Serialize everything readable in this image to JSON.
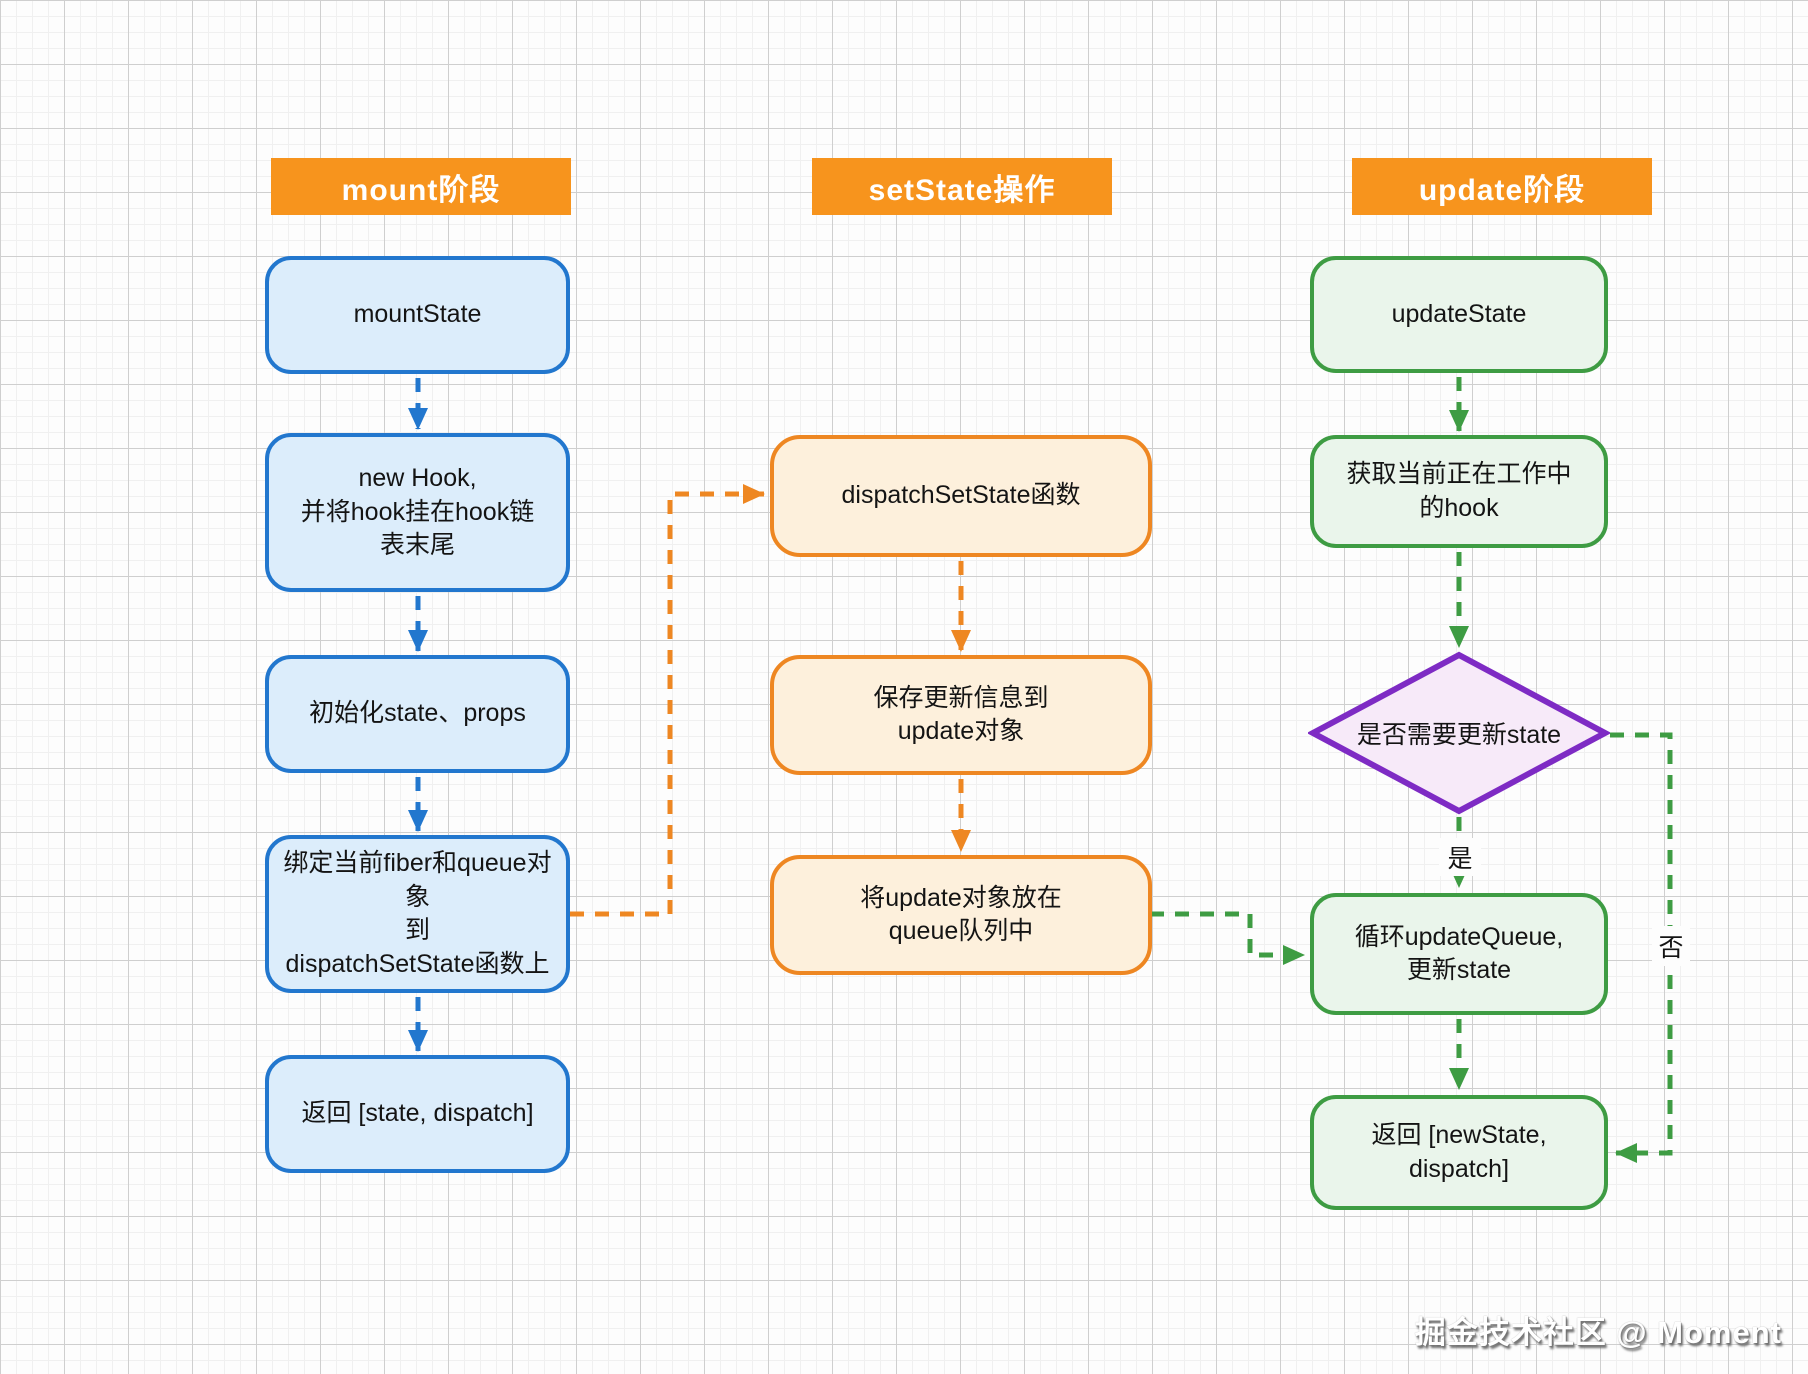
{
  "mount": {
    "header": "mount阶段",
    "nodes": [
      {
        "label": "mountState"
      },
      {
        "label": "new Hook,\n并将hook挂在hook链\n表末尾"
      },
      {
        "label": "初始化state、props"
      },
      {
        "label": "绑定当前fiber和queue对象\n到\ndispatchSetState函数上"
      },
      {
        "label": "返回 [state, dispatch]"
      }
    ]
  },
  "set_state": {
    "header": "setState操作",
    "nodes": [
      {
        "label": "dispatchSetState函数"
      },
      {
        "label": "保存更新信息到\nupdate对象"
      },
      {
        "label": "将update对象放在\nqueue队列中"
      }
    ]
  },
  "update": {
    "header": "update阶段",
    "nodes": [
      {
        "label": "updateState"
      },
      {
        "label": "获取当前正在工作中\n的hook"
      },
      {
        "label": "循环updateQueue,\n更新state"
      },
      {
        "label": "返回 [newState, dispatch]"
      }
    ],
    "decision": {
      "label": "是否需要更新state"
    }
  },
  "edges": {
    "yes_label": "是",
    "no_label": "否"
  },
  "watermark": "掘金技术社区 @ Moment",
  "colors": {
    "header_bg": "#F7941D",
    "blue_border": "#2277CE",
    "blue_fill": "#DCEDFB",
    "orange_border": "#EE8722",
    "orange_fill": "#FDF0DC",
    "green_border": "#3E9C43",
    "green_fill": "#EAF5EB",
    "purple_border": "#7E2BC4",
    "purple_fill": "#F7EAF9"
  }
}
